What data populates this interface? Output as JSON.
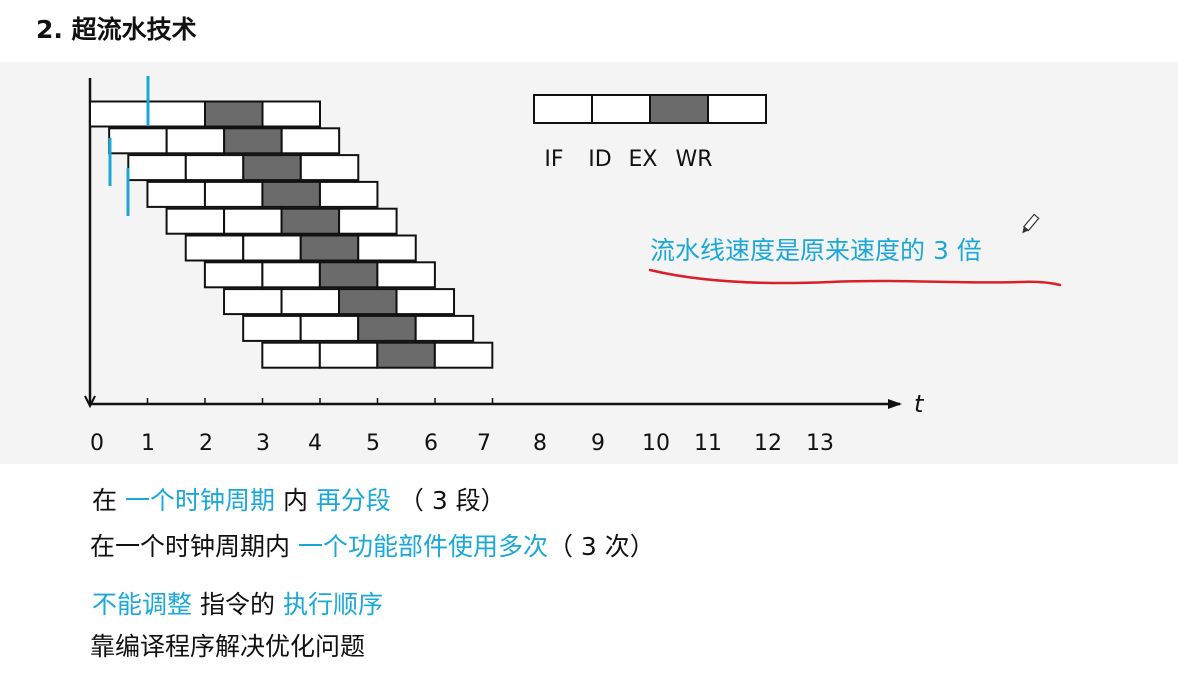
{
  "title": "2. 超流水技术",
  "legend": {
    "stages": [
      "IF",
      "ID",
      "EX",
      "WR"
    ],
    "highlighted_stage": 2
  },
  "pipeline": {
    "instruction_count": 10,
    "stages_per_instruction": 4,
    "start_time_step": 0.333,
    "highlighted_stage": 2
  },
  "axis": {
    "label": "t",
    "ticks": [
      "0",
      "1",
      "2",
      "3",
      "4",
      "5",
      "6",
      "7",
      "8",
      "9",
      "10",
      "11",
      "12",
      "13"
    ]
  },
  "speed_note": {
    "text": "流水线速度是原来速度的 3 倍"
  },
  "lines": {
    "line1": {
      "a": "在",
      "b": "一个时钟周期",
      "c": "内",
      "d": "再分段",
      "e": "（ 3 段）"
    },
    "line2": {
      "a": "在一个时钟周期内",
      "b": "一个功能部件使用多次",
      "c": "（ 3 次）"
    },
    "line3": {
      "a": "不能调整",
      "b": "指令的",
      "c": "执行顺序"
    },
    "line4": {
      "a": "靠编译程序解决优化问题"
    }
  },
  "colors": {
    "accent": "#1ba8d8",
    "highlight_fill": "#6b6b6b",
    "red_underline": "#d8202a"
  }
}
